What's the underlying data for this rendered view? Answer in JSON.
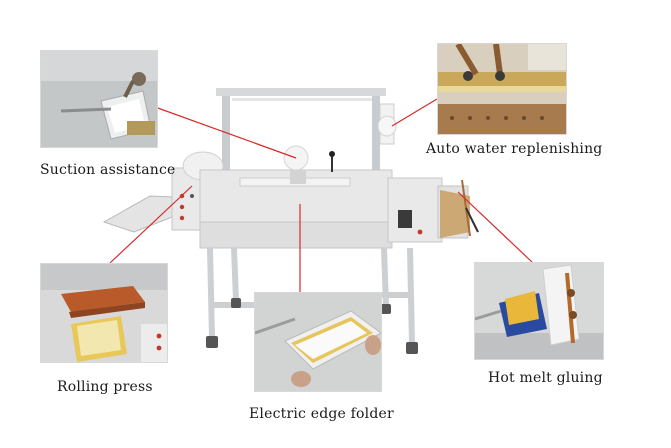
{
  "callouts": {
    "suction": {
      "label": "Suction assistance"
    },
    "water": {
      "label": "Auto water replenishing"
    },
    "rolling": {
      "label": "Rolling press"
    },
    "edge": {
      "label": "Electric edge folder"
    },
    "gluing": {
      "label": "Hot melt gluing"
    }
  },
  "colors": {
    "leader_line": "#d62a2a",
    "machine_body": "#e6e6e6",
    "frame": "#cfd2d4"
  }
}
